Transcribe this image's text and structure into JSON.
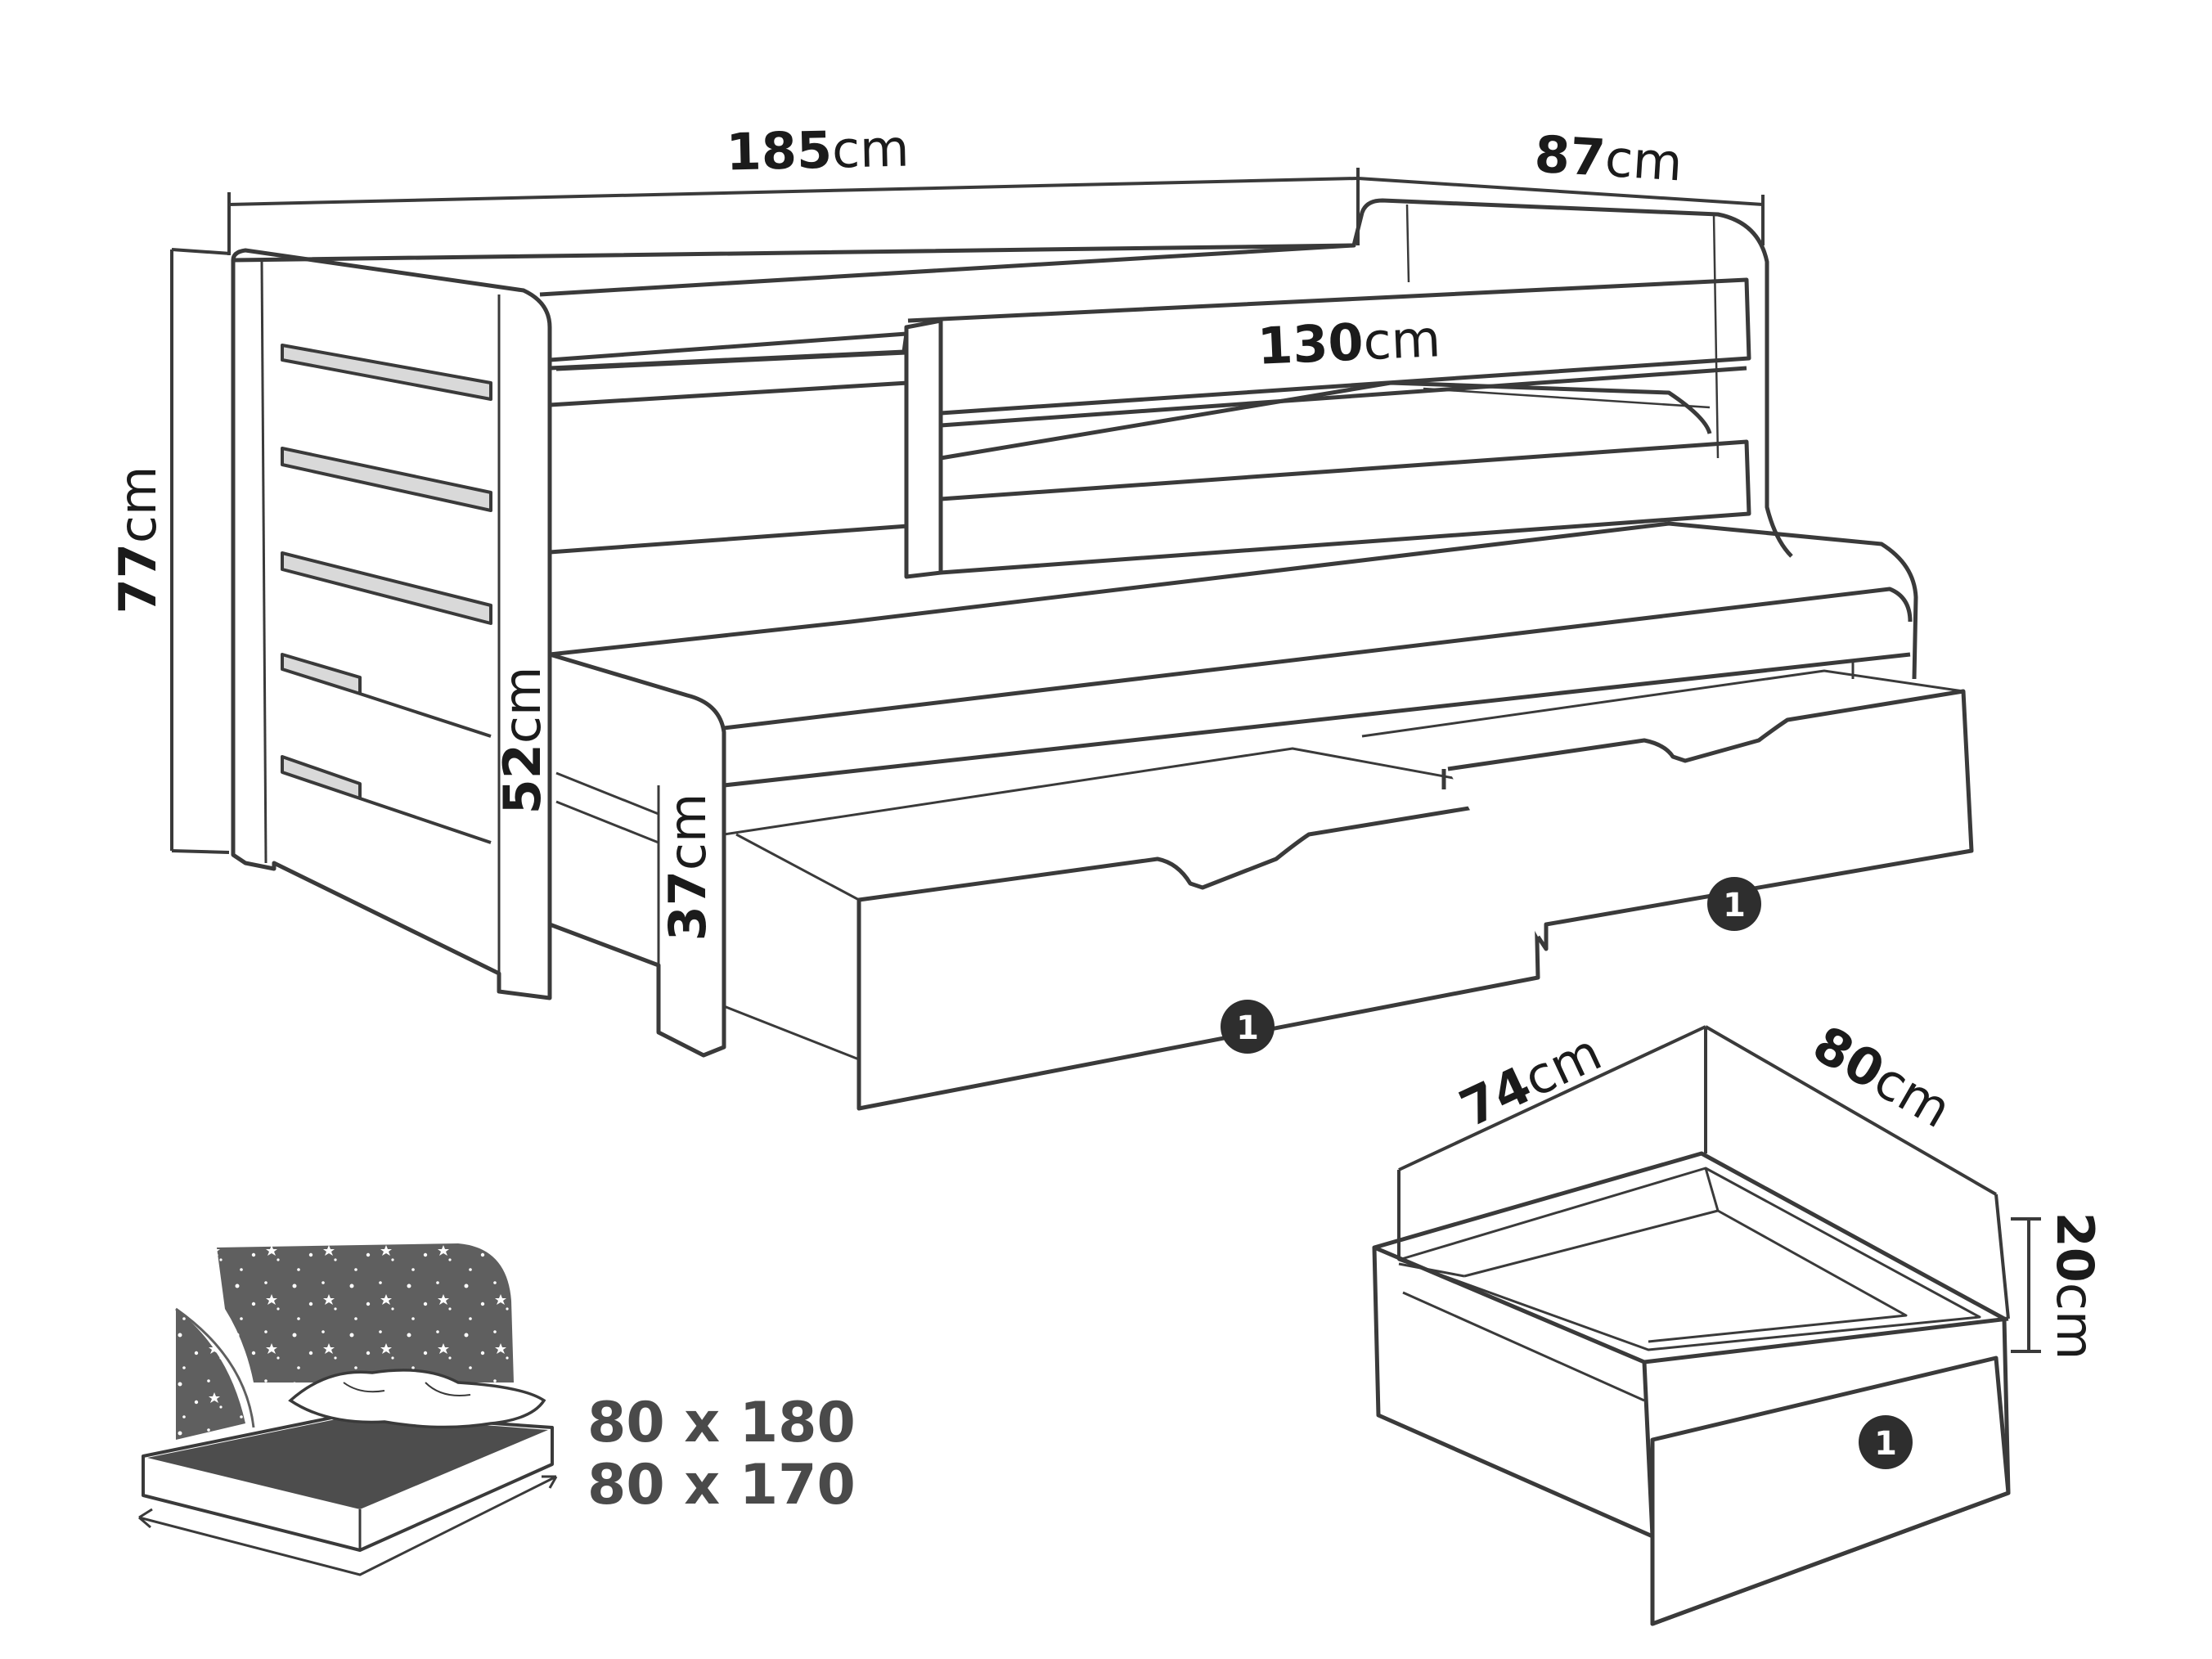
{
  "dimensions": {
    "length": {
      "value": "185",
      "unit": "cm"
    },
    "depth": {
      "value": "87",
      "unit": "cm"
    },
    "inner_length": {
      "value": "130",
      "unit": "cm"
    },
    "height": {
      "value": "77",
      "unit": "cm"
    },
    "sleeping_height": {
      "value": "52",
      "unit": "cm"
    },
    "pullout_height": {
      "value": "37",
      "unit": "cm"
    }
  },
  "drawer": {
    "width": {
      "value": "74",
      "unit": "cm"
    },
    "length": {
      "value": "80",
      "unit": "cm"
    },
    "height": {
      "value": "20",
      "unit": "cm"
    }
  },
  "badges": [
    "1",
    "1",
    "1"
  ],
  "mattress_sizes": [
    "80 x 180",
    "80 x 170"
  ],
  "colors": {
    "line": "#3a3a3a",
    "badge": "#2e2e2e",
    "mattress_dark": "#5a5a5a",
    "size_text": "#4a4a4a"
  }
}
